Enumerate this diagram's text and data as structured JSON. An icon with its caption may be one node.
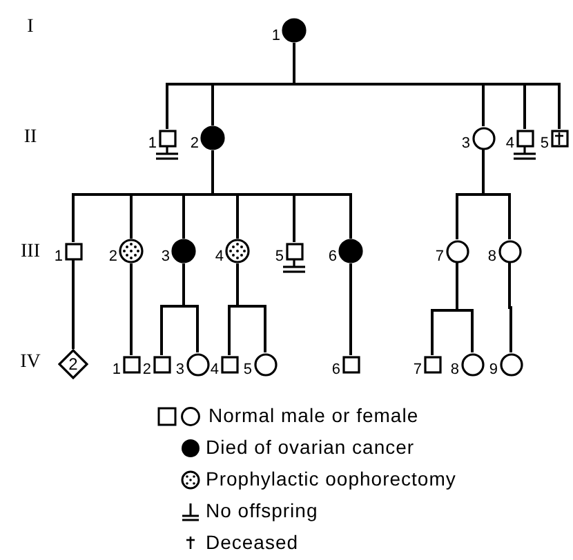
{
  "diagram": {
    "nodes": [
      {
        "text": [],
        "shape": "filled-circle",
        "beside": [
          "1"
        ]
      },
      {
        "text": [],
        "shape": "box",
        "beside": [
          "1"
        ]
      },
      {
        "text": [],
        "shape": "filled-circle",
        "beside": [
          "2"
        ]
      },
      {
        "text": [],
        "shape": "circle",
        "beside": [
          "3"
        ]
      },
      {
        "text": [],
        "shape": "box",
        "beside": [
          "4"
        ]
      },
      {
        "text": [],
        "shape": "box",
        "beside": [
          "5"
        ]
      },
      {
        "text": [],
        "shape": "box",
        "beside": [
          "1"
        ]
      },
      {
        "text": [],
        "shape": "dotted-circle",
        "beside": [
          "2"
        ]
      },
      {
        "text": [],
        "shape": "filled-circle",
        "beside": [
          "3"
        ]
      },
      {
        "text": [],
        "shape": "dotted-circle",
        "beside": [
          "4"
        ]
      },
      {
        "text": [],
        "shape": "box",
        "beside": [
          "5"
        ]
      },
      {
        "text": [],
        "shape": "filled-circle",
        "beside": [
          "6"
        ]
      },
      {
        "text": [],
        "shape": "circle",
        "beside": [
          "7"
        ]
      },
      {
        "text": [],
        "shape": "circle",
        "beside": [
          "8"
        ]
      },
      {
        "text": [
          "2"
        ]
      },
      {
        "text": [],
        "shape": "box",
        "beside": [
          "1"
        ]
      },
      {
        "text": [],
        "shape": "box",
        "beside": [
          "2"
        ]
      },
      {
        "text": [],
        "shape": "circle",
        "beside": [
          "3"
        ]
      },
      {
        "text": [],
        "shape": "box",
        "beside": [
          "4"
        ]
      },
      {
        "text": [],
        "shape": "circle",
        "beside": [
          "5"
        ]
      },
      {
        "text": [],
        "shape": "box",
        "beside": [
          "6"
        ]
      },
      {
        "text": [],
        "shape": "box",
        "beside": [
          "7"
        ]
      },
      {
        "text": [],
        "shape": "circle",
        "beside": [
          "8"
        ]
      },
      {
        "text": [],
        "shape": "circle",
        "beside": [
          "9"
        ]
      }
    ],
    "edges": [
      {
        "from": 0,
        "to": 1,
        "arrow": "none"
      },
      {
        "from": 0,
        "to": 2,
        "arrow": "none"
      },
      {
        "from": 0,
        "to": 3,
        "arrow": "none"
      },
      {
        "from": 0,
        "to": 4,
        "arrow": "none"
      },
      {
        "from": 0,
        "to": 5,
        "arrow": "none"
      },
      {
        "from": 2,
        "to": 6,
        "arrow": "none"
      },
      {
        "from": 2,
        "to": 7,
        "arrow": "none"
      },
      {
        "from": 2,
        "to": 8,
        "arrow": "none"
      },
      {
        "from": 2,
        "to": 9,
        "arrow": "none"
      },
      {
        "from": 2,
        "to": 10,
        "arrow": "none"
      },
      {
        "from": 2,
        "to": 11,
        "arrow": "none"
      },
      {
        "from": 3,
        "to": 12,
        "arrow": "none"
      },
      {
        "from": 3,
        "to": 13,
        "arrow": "none"
      },
      {
        "from": 6,
        "to": 14,
        "arrow": "none"
      },
      {
        "from": 7,
        "to": 15,
        "arrow": "none"
      },
      {
        "from": 8,
        "to": 16,
        "arrow": "none"
      },
      {
        "from": 8,
        "to": 17,
        "arrow": "none"
      },
      {
        "from": 9,
        "to": 18,
        "arrow": "none"
      },
      {
        "from": 9,
        "to": 19,
        "arrow": "none"
      },
      {
        "from": 11,
        "to": 20,
        "arrow": "none"
      },
      {
        "from": 12,
        "to": 21,
        "arrow": "none"
      },
      {
        "from": 12,
        "to": 22,
        "arrow": "none"
      },
      {
        "from": 13,
        "to": 23,
        "arrow": "none"
      }
    ],
    "labels": [
      "I",
      "II",
      "III",
      "IV"
    ],
    "legend": [
      {
        "text": "Normal male or female"
      },
      {
        "text": "Died of ovarian cancer"
      },
      {
        "text": "Prophylactic oophorectomy"
      },
      {
        "text": "No offspring"
      },
      {
        "text": "Deceased"
      }
    ]
  }
}
